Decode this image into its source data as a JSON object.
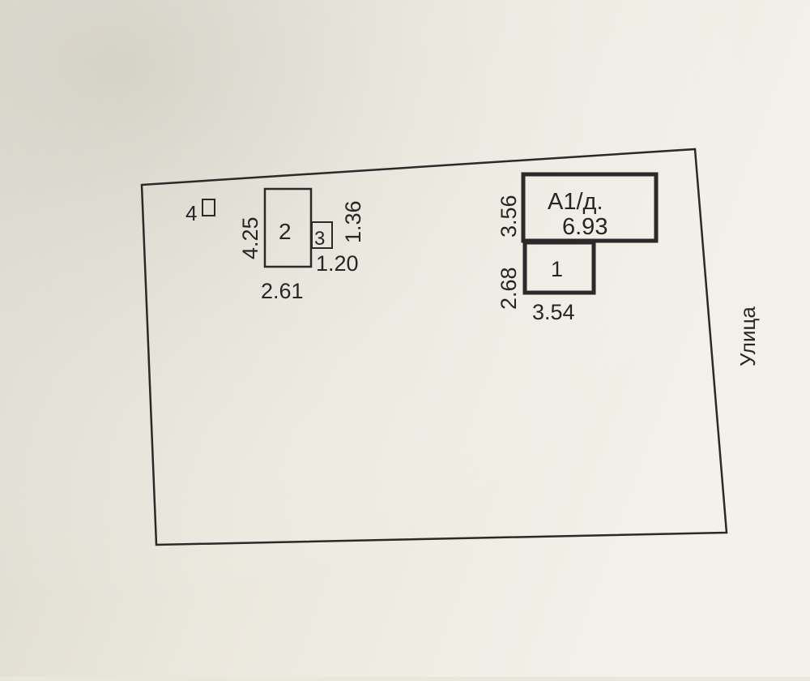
{
  "plan": {
    "street_label": "Улица",
    "buildings": [
      {
        "id": "A1",
        "label": "А1/д.",
        "width": "6.93",
        "height": "3.56"
      },
      {
        "id": "1",
        "label": "1",
        "width": "3.54",
        "height": "2.68"
      },
      {
        "id": "2",
        "label": "2",
        "width": "2.61",
        "height": "4.25"
      },
      {
        "id": "3",
        "label": "3",
        "width": "1.20",
        "height": "1.36"
      },
      {
        "id": "4",
        "label": "4"
      }
    ]
  }
}
